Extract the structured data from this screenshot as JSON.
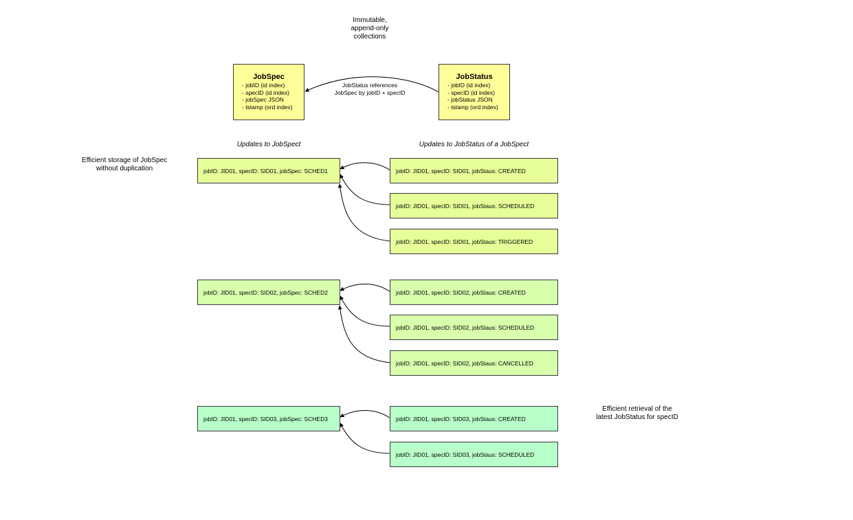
{
  "notes": {
    "immutable": [
      "Immutable,",
      "append-only",
      "collections"
    ],
    "reference": [
      "JobStatus references",
      "JobSpec by jobID + specID"
    ],
    "storage": [
      "Efficient storage of JobSpec",
      "without duplication"
    ],
    "retrieval": [
      "Efficient retrieval of the",
      "latest JobStatus for specID"
    ]
  },
  "entities": {
    "jobspec": {
      "title": "JobSpec",
      "fields": [
        "- jobID (id index)",
        "- specID (id index)",
        "- jobSpec JSON",
        "- tstamp (ord index)"
      ]
    },
    "jobstatus": {
      "title": "JobStatus",
      "fields": [
        "- jobID (id index)",
        "- specID (id index)",
        "- jobStatus JSON",
        "- tstamp (ord index)"
      ]
    }
  },
  "captions": {
    "spec_updates": "Updates to JobSpect",
    "status_updates": "Updates to JobStatus of a JobSpect"
  },
  "groups": [
    {
      "spec": "jobID: JID01, specID: SID01, jobSpec: SCHED1",
      "statuses": [
        "jobID: JID01, specID: SID01, jobStaus: CREATED",
        "jobID: JID01, specID: SID01, jobStaus: SCHEDULED",
        "jobID: JID01, specID: SID01, jobStaus: TRIGGERED"
      ]
    },
    {
      "spec": "jobID: JID01, specID: SID02, jobSpec: SCHED2",
      "statuses": [
        "jobID: JID01, specID: SID02, jobStaus: CREATED",
        "jobID: JID01, specID: SID02, jobStaus: SCHEDULED",
        "jobID: JID01, specID: SID02, jobStaus: CANCELLED"
      ]
    },
    {
      "spec": "jobID: JID01, specID: SID03, jobSpec: SCHED3",
      "statuses": [
        "jobID: JID01, specID: SID03, jobStaus: CREATED",
        "jobID: JID01, specID: SID03, jobStaus: SCHEDULED"
      ]
    }
  ],
  "colors": {
    "entity_fill": "#ffff99",
    "group1_fill": "#e6ff99",
    "group2_fill": "#d7ffac",
    "group3_fill": "#b9ffc9",
    "stroke": "#36393d"
  }
}
